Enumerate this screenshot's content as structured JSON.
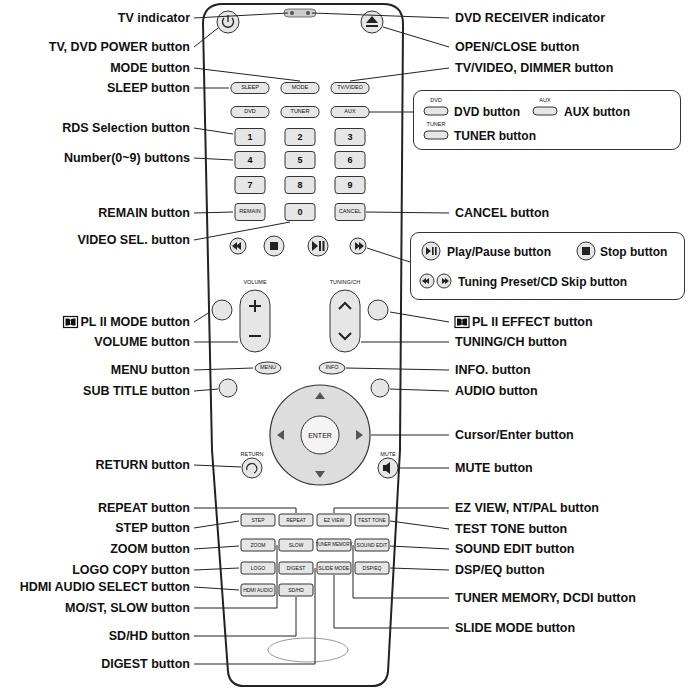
{
  "diagram": {
    "nodes": [
      {
        "text": [
          "DVD button",
          "AUX button",
          "TUNER button"
        ]
      },
      {
        "text": [
          "Play/Pause button",
          "Stop button",
          "Tuning Preset/CD Skip button"
        ]
      }
    ],
    "labels": [
      "TV indicator",
      "TV, DVD POWER button",
      "MODE button",
      "SLEEP button",
      "RDS Selection button",
      "Number(0~9) buttons",
      "REMAIN button",
      "VIDEO SEL. button",
      "PL II MODE button",
      "VOLUME button",
      "MENU button",
      "SUB TITLE button",
      "RETURN button",
      "REPEAT button",
      "STEP button",
      "ZOOM button",
      "LOGO COPY button",
      "HDMI AUDIO SELECT button",
      "MO/ST, SLOW button",
      "SD/HD button",
      "DIGEST button",
      "DVD RECEIVER indicator",
      "OPEN/CLOSE button",
      "TV/VIDEO, DIMMER button",
      "CANCEL button",
      "PL II EFFECT button",
      "TUNING/CH button",
      "INFO. button",
      "AUDIO button",
      "Cursor/Enter button",
      "MUTE button",
      "EZ VIEW, NT/PAL button",
      "TEST TONE button",
      "SOUND EDIT button",
      "DSP/EQ button",
      "TUNER MEMORY, DCDI button",
      "SLIDE MODE button",
      "SLEEP",
      "MODE",
      "TV/VIDEO",
      "DVD",
      "TUNER",
      "AUX",
      "1",
      "2",
      "3",
      "4",
      "5",
      "6",
      "7",
      "8",
      "9",
      "REMAIN",
      "0",
      "CANCEL",
      "VOLUME",
      "TUNING/CH",
      "MENU",
      "INFO",
      "ENTER",
      "RETURN",
      "MUTE",
      "STEP",
      "REPEAT",
      "EZ VIEW",
      "TEST TONE",
      "ZOOM",
      "SLOW",
      "TUNER MEMORY",
      "SOUND EDIT",
      "LOGO",
      "DIGEST",
      "SLIDE MODE",
      "DSP/EQ",
      "HDMI AUDIO",
      "SD/HD",
      "DVD",
      "AUX",
      "TUNER"
    ]
  }
}
